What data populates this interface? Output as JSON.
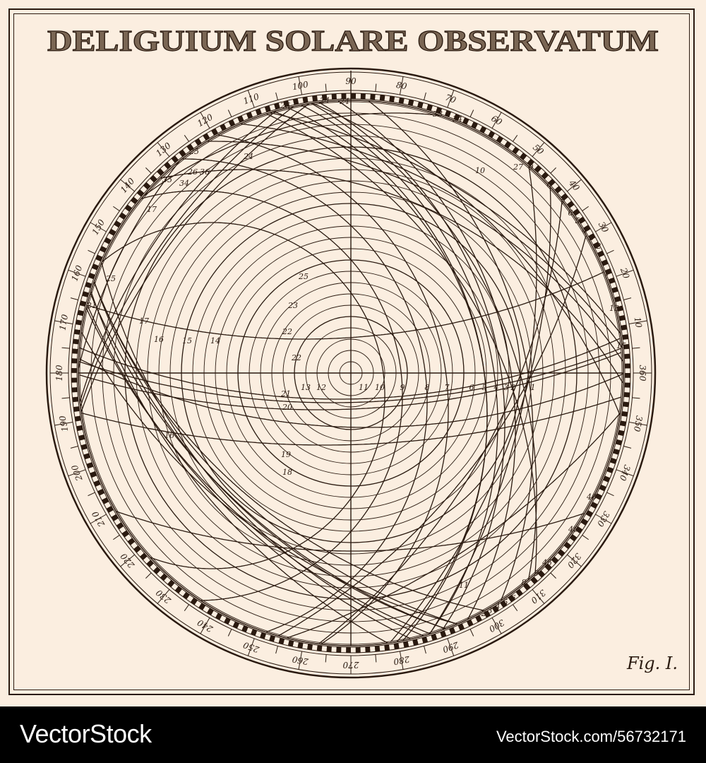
{
  "title": "DELIGUIUM SOLARE OBSERVATUM",
  "figure_label": "Fig. I.",
  "colors": {
    "paper": "#fbeee0",
    "ink": "#2a1a10",
    "title_fill": "#7a6654",
    "footer": "#000000"
  },
  "scale_labels": [
    "10",
    "20",
    "30",
    "40",
    "50",
    "60",
    "70",
    "80",
    "90",
    "100",
    "110",
    "120",
    "130",
    "140",
    "150",
    "160",
    "170",
    "180",
    "190",
    "200",
    "210",
    "220",
    "230",
    "240",
    "250",
    "260",
    "270",
    "280",
    "290",
    "300",
    "310",
    "320",
    "330",
    "340",
    "350",
    "360"
  ],
  "curve_labels": [
    "1",
    "2",
    "3",
    "4",
    "5",
    "6",
    "7",
    "8",
    "9",
    "10",
    "11",
    "12",
    "13",
    "14",
    "15",
    "16",
    "17",
    "18",
    "19",
    "20",
    "21",
    "22",
    "23",
    "25",
    "24",
    "25",
    "26",
    "35",
    "36",
    "34",
    "24",
    "26",
    "33",
    "34",
    "27",
    "9",
    "8",
    "7",
    "6",
    "5",
    "4",
    "3",
    "2",
    "1",
    "13",
    "15",
    "17",
    "16",
    "25",
    "24",
    "22",
    "21",
    "48",
    "46",
    "45",
    "9",
    "11",
    "2",
    "3",
    "4",
    "5",
    "6",
    "8",
    "10"
  ],
  "footer": {
    "brand": "VectorStock",
    "stock_id": "VectorStock.com/56732171"
  }
}
